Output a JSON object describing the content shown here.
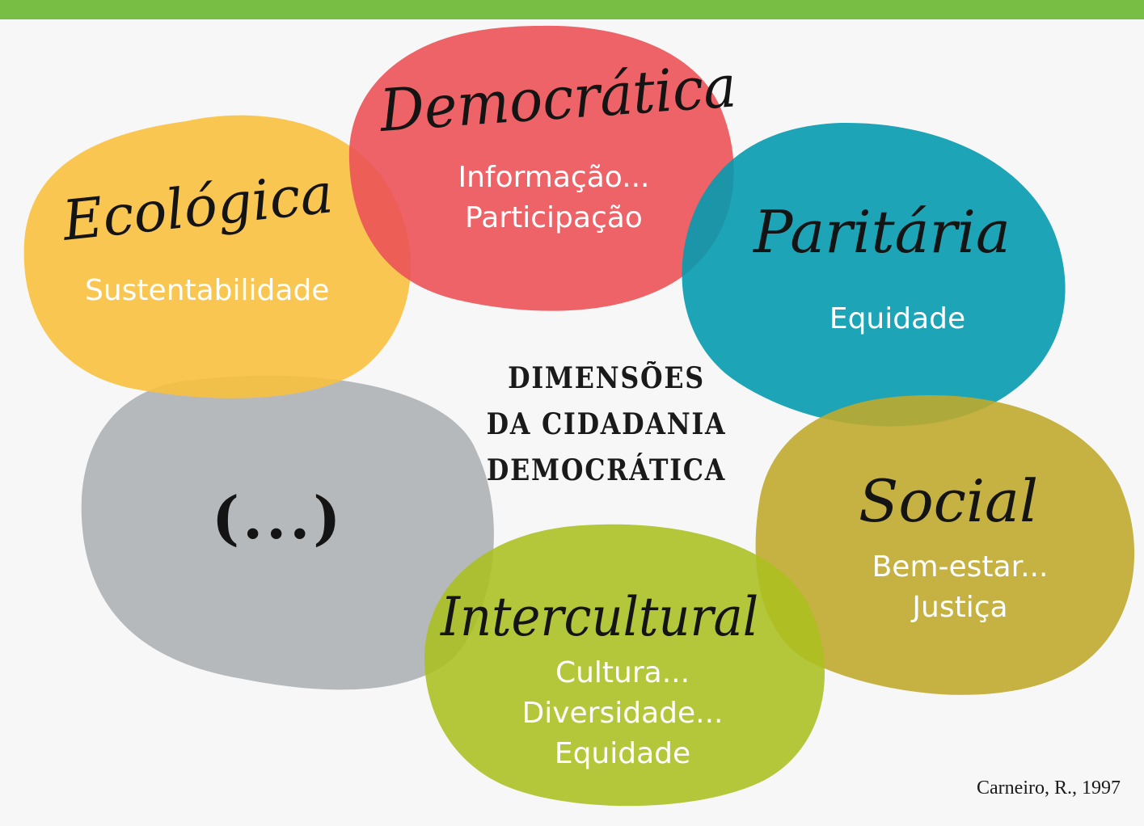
{
  "title_lines": [
    "DIMENSÕES",
    "DA CIDADANIA",
    "DEMOCRÁTICA"
  ],
  "citation": "Carneiro, R., 1997",
  "colors": {
    "top_bar": "#78be45",
    "democratica": "#eb5257",
    "ecologica": "#f9c03a",
    "paritaria": "#049aaf",
    "social": "#bfaa2e",
    "intercultural": "#abbf1f",
    "outras": "#aeb1b4"
  },
  "dimensions": {
    "democratica": {
      "name": "Democrática",
      "lines": [
        "Informação...",
        "Participação"
      ]
    },
    "ecologica": {
      "name": "Ecológica",
      "lines": [
        "Sustentabilidade"
      ]
    },
    "paritaria": {
      "name": "Paritária",
      "lines": [
        "Equidade"
      ]
    },
    "social": {
      "name": "Social",
      "lines": [
        "Bem-estar...",
        "Justiça"
      ]
    },
    "intercultural": {
      "name": "Intercultural",
      "lines": [
        "Cultura...",
        "Diversidade...",
        "Equidade"
      ]
    },
    "outras": {
      "name": "(...)"
    }
  }
}
